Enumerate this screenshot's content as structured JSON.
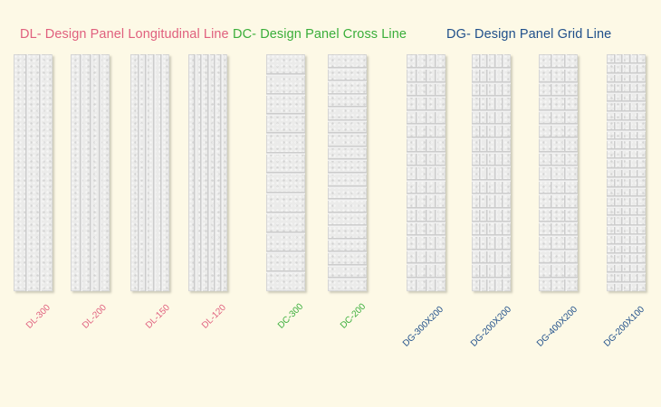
{
  "colors": {
    "longitudinal": "#e0607e",
    "cross": "#3aae3a",
    "grid": "#1f4f8a",
    "background": "#fdf9e6"
  },
  "groups": {
    "longitudinal": {
      "title": "DL- Design Panel Longitudinal Line",
      "panels": [
        {
          "code": "DL-300",
          "vertical_lines": 2
        },
        {
          "code": "DL-200",
          "vertical_lines": 3
        },
        {
          "code": "DL-150",
          "vertical_lines": 4
        },
        {
          "code": "DL-120",
          "vertical_lines": 5
        }
      ]
    },
    "cross": {
      "title": "DC- Design Panel Cross Line",
      "panels": [
        {
          "code": "DC-300",
          "horizontal_lines": 11
        },
        {
          "code": "DC-200",
          "horizontal_lines": 17
        }
      ]
    },
    "grid": {
      "title": "DG- Design Panel Grid Line",
      "panels": [
        {
          "code": "DG-300X200",
          "vertical_lines": 3,
          "horizontal_lines": 16
        },
        {
          "code": "DG-200X200",
          "vertical_lines": 4,
          "horizontal_lines": 16
        },
        {
          "code": "DG-400X200",
          "vertical_lines": 2,
          "horizontal_lines": 16
        },
        {
          "code": "DG-200X100",
          "vertical_lines": 4,
          "horizontal_lines": 24
        }
      ]
    }
  }
}
